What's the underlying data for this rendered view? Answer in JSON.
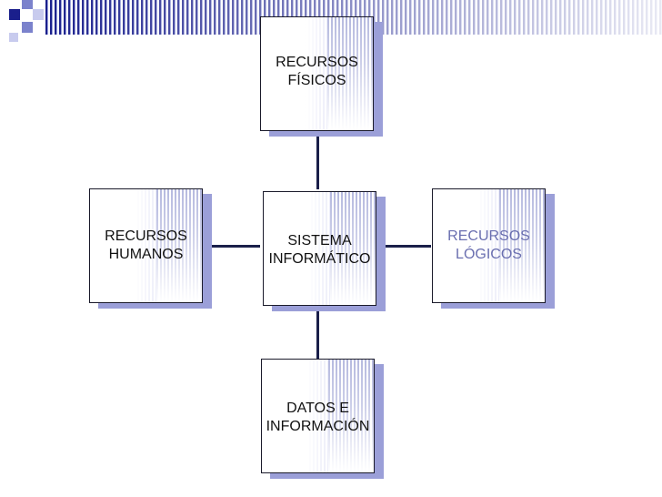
{
  "diagram": {
    "center": {
      "line1": "SISTEMA",
      "line2": "INFORMÁTICO"
    },
    "top": {
      "line1": "RECURSOS",
      "line2": "FÍSICOS"
    },
    "left": {
      "line1": "RECURSOS",
      "line2": "HUMANOS"
    },
    "right": {
      "line1": "RECURSOS",
      "line2": "LÓGICOS"
    },
    "bottom": {
      "line1": "DATOS E",
      "line2": "INFORMACIÓN"
    }
  },
  "colors": {
    "accent": "#1a1f8c",
    "shadow": "#9b9fd8",
    "right_label": "#6a6fb0",
    "connector": "#1a1f4a"
  }
}
